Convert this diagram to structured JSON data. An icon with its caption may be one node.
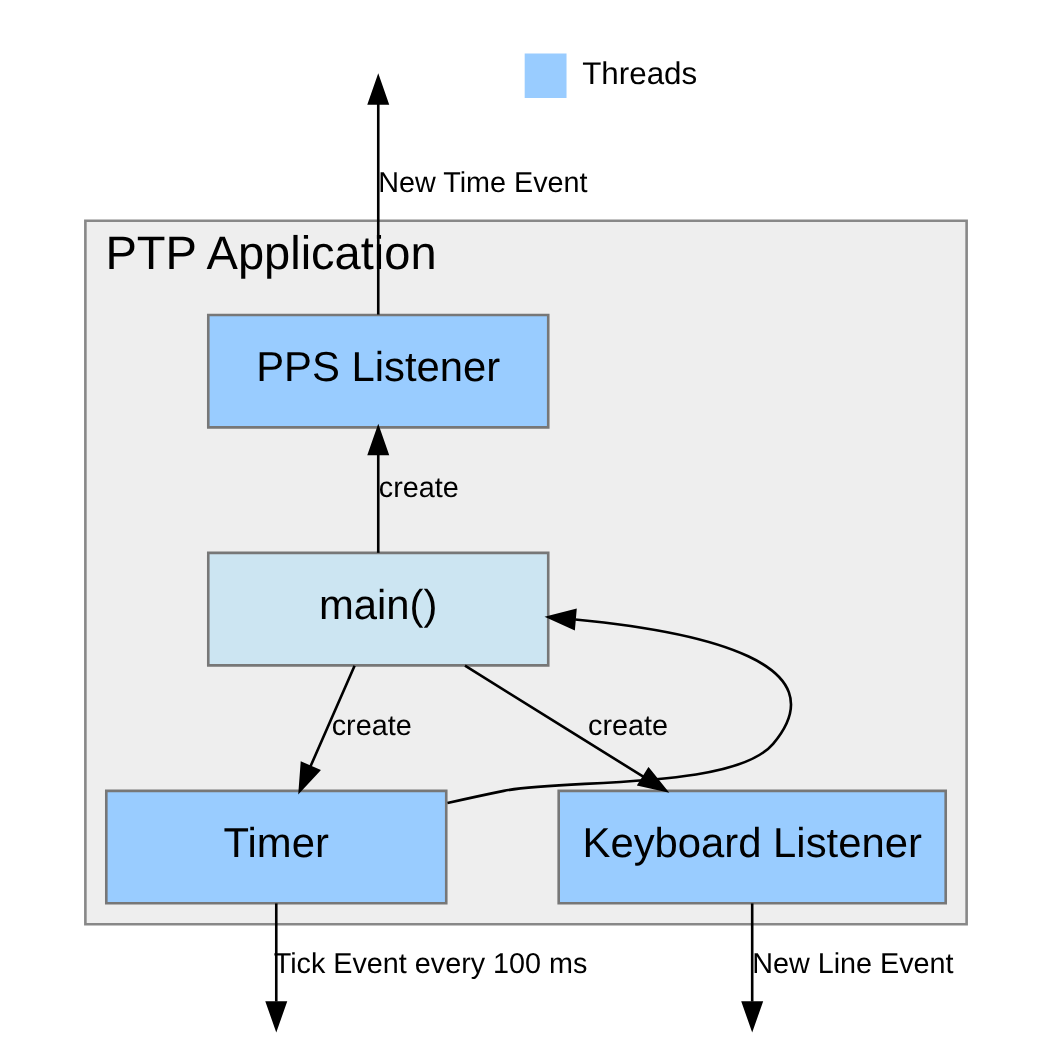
{
  "diagram": {
    "nodes": [
      {
        "text": [
          "PTP Application"
        ]
      },
      {
        "text": [
          "PPS Listener"
        ],
        "in": 0
      },
      {
        "text": [
          "main()"
        ],
        "in": 0
      },
      {
        "text": [
          "Timer"
        ],
        "in": 0
      },
      {
        "text": [
          "Keyboard Listener"
        ],
        "in": 0
      }
    ],
    "edges": [
      {
        "from": 2,
        "to": 1,
        "arrow": "to",
        "label": "create"
      },
      {
        "from": 2,
        "to": 3,
        "arrow": "to",
        "label": "create"
      },
      {
        "from": 2,
        "to": 4,
        "arrow": "to",
        "label": "create"
      },
      {
        "from": 1,
        "to": null,
        "arrow": "to",
        "label": "New Time Event"
      },
      {
        "from": 3,
        "to": 2,
        "arrow": "to"
      },
      {
        "from": 3,
        "to": null,
        "arrow": "to",
        "label": "Tick Event every 100 ms"
      },
      {
        "from": 4,
        "to": null,
        "arrow": "to",
        "label": "New Line Event"
      }
    ],
    "legend": [
      {
        "text": "Threads",
        "color": "#99ccff"
      }
    ]
  }
}
